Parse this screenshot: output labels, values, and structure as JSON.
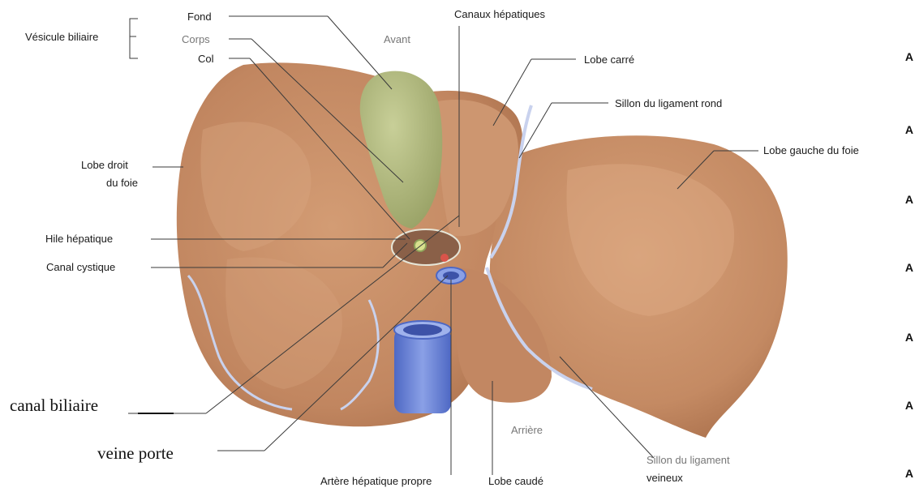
{
  "labels": {
    "vesicule": "Vésicule biliaire",
    "fond": "Fond",
    "corps": "Corps",
    "col": "Col",
    "avant": "Avant",
    "canaux_hepatiques": "Canaux hépatiques",
    "lobe_carre": "Lobe carré",
    "sillon_rond": "Sillon du ligament rond",
    "lobe_gauche": "Lobe gauche du foie",
    "lobe_droit_1": "Lobe droit",
    "lobe_droit_2": "du foie",
    "hile": "Hile hépatique",
    "canal_cystique": "Canal cystique",
    "canal_biliaire": "canal biliaire",
    "veine_porte": "veine porte",
    "arteriere": "Artère hépatique propre",
    "lobe_caude": "Lobe caudé",
    "arriere": "Arrière",
    "sillon_veineux_1": "Sillon du ligament",
    "sillon_veineux_2": "veineux"
  },
  "edge_marks": [
    "A",
    "A",
    "A",
    "A",
    "A",
    "A",
    "A"
  ],
  "colors": {
    "liver": "#c8906a",
    "liver_dark": "#a8704c",
    "gallbladder": "#b7bf86",
    "vein": "#6e86d6",
    "artery": "#d9544a",
    "duct": "#8fa35a"
  }
}
